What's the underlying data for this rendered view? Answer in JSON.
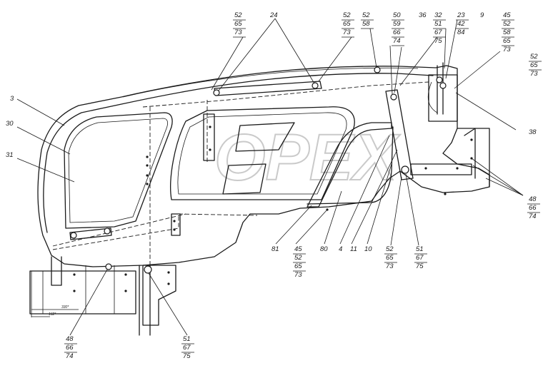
{
  "watermark": "OPEX",
  "dimensions": [
    "330*",
    "162*"
  ],
  "callouts": [
    {
      "id": "c3",
      "lines": [
        "3"
      ]
    },
    {
      "id": "c30",
      "lines": [
        "30"
      ]
    },
    {
      "id": "c31",
      "lines": [
        "31"
      ]
    },
    {
      "id": "c24",
      "lines": [
        "24"
      ]
    },
    {
      "id": "c52a",
      "lines": [
        "52",
        "65",
        "73"
      ]
    },
    {
      "id": "c52b",
      "lines": [
        "52",
        "65",
        "73"
      ]
    },
    {
      "id": "c52c",
      "lines": [
        "52",
        "58"
      ]
    },
    {
      "id": "c50",
      "lines": [
        "50",
        "59",
        "66",
        "74"
      ]
    },
    {
      "id": "c36",
      "lines": [
        "36"
      ]
    },
    {
      "id": "c32",
      "lines": [
        "32",
        "51",
        "67",
        "75"
      ]
    },
    {
      "id": "c23",
      "lines": [
        "23",
        "42",
        "84"
      ]
    },
    {
      "id": "c9",
      "lines": [
        "9"
      ]
    },
    {
      "id": "c45a",
      "lines": [
        "45",
        "52",
        "58",
        "65",
        "73"
      ]
    },
    {
      "id": "c52d",
      "lines": [
        "52",
        "65",
        "73"
      ]
    },
    {
      "id": "c38",
      "lines": [
        "38"
      ]
    },
    {
      "id": "c48a",
      "lines": [
        "48",
        "66",
        "74"
      ]
    },
    {
      "id": "c51a",
      "lines": [
        "51",
        "67",
        "75"
      ]
    },
    {
      "id": "c52e",
      "lines": [
        "52",
        "65",
        "73"
      ]
    },
    {
      "id": "c10",
      "lines": [
        "10"
      ]
    },
    {
      "id": "c11",
      "lines": [
        "11"
      ]
    },
    {
      "id": "c4",
      "lines": [
        "4"
      ]
    },
    {
      "id": "c80",
      "lines": [
        "80"
      ]
    },
    {
      "id": "c45b",
      "lines": [
        "45",
        "52",
        "65",
        "73"
      ]
    },
    {
      "id": "c81",
      "lines": [
        "81"
      ]
    },
    {
      "id": "c48b",
      "lines": [
        "48",
        "66",
        "74"
      ]
    },
    {
      "id": "c51b",
      "lines": [
        "51",
        "67",
        "75"
      ]
    }
  ]
}
